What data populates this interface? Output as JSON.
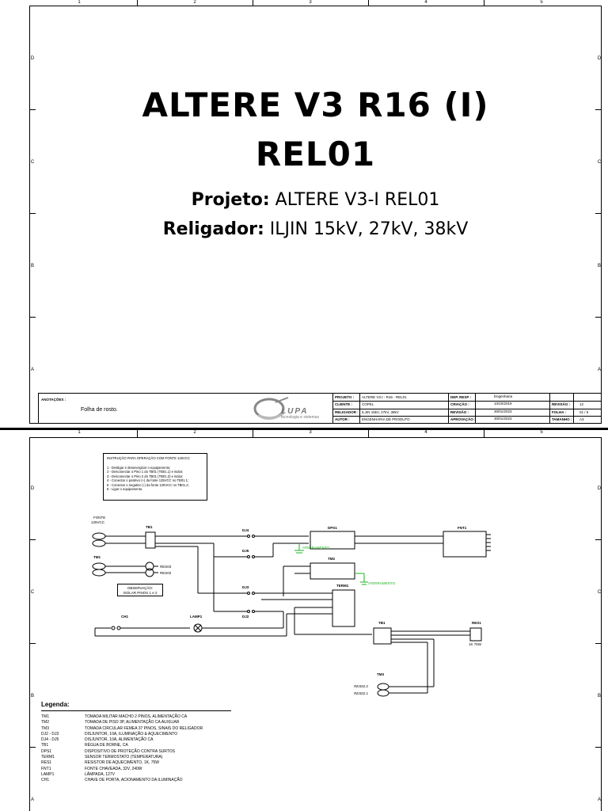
{
  "cover": {
    "title_line1": "ALTERE V3 R16 (I)",
    "title_line2": "REL01",
    "projeto_label": "Projeto:",
    "projeto_value": "ALTERE V3-I REL01",
    "religador_label": "Religador:",
    "religador_value": "ILJIN 15kV, 27kV, 38kV"
  },
  "grid": {
    "columns": [
      "1",
      "2",
      "3",
      "4",
      "5"
    ],
    "rows": [
      "D",
      "C",
      "B",
      "A"
    ]
  },
  "title_block": {
    "anotacoes_label": "ANOTAÇÕES :",
    "anotacoes_value": "Folha de rosto.",
    "logo_text": "LUPA",
    "logo_subtitle": "tecnologia e sistemas",
    "projeto_label": "PROJETO :",
    "projeto_value": "ALTERE V3-I - R16 - REL01",
    "cliente_label": "CLIENTE :",
    "cliente_value": "COPEL",
    "religador_label": "RELIGADOR :",
    "religador_value": "ILJIN 15kV, 27kV, 38kV",
    "autor_label": "AUTOR :",
    "autor_value": "ENGENHARIA DE PRODUTO",
    "dep_label": "DEP. RESP :",
    "dep_value": "Engenharia",
    "criacao_label": "CRIAÇÃO :",
    "criacao_value": "10/10/2019",
    "revisao_label": "REVISÃO :",
    "revisao_value": "30/01/2023",
    "aprovacao_label": "APROVAÇÃO :",
    "aprovacao_value": "30/01/2023",
    "revnum_label": "REVISÃO :",
    "revnum_value": "12",
    "folha_label": "FOLHA :",
    "folha_value": "01 / 5",
    "tamanho_label": "TAMANHO :",
    "tamanho_value": "A3"
  },
  "schematic": {
    "instructions_title": "INSTRUÇÃO PARA OPERAÇÃO COM FONTE 125VCC",
    "instructions": [
      "1 - Desligar e desenergizar o equipamento;",
      "2 - Desconectar o Pino 1 do TB01 (TB01.1) e isolar;",
      "3 - Desconectar o Pino 2 do TB01 (TB01.2) e isolar;",
      "4 - Conectar o positivo (+) da fonte 125VCC no TB01.1;",
      "5 - Conectar o negativo (-) da fonte 125VCC no TB01.2;",
      "6 - Ligar o equipamento."
    ],
    "fonte_label_1": "FONTE",
    "fonte_label_2": "125VCC",
    "observacao_1": "OBSERVAÇÃO:",
    "observacao_2": "ISOLAR PINOS 1 e 2",
    "tb1": "TB1",
    "tm1": "TM1",
    "tm2": "TM2",
    "tm3": "TM3",
    "dj4": "DJ4",
    "dj5": "DJ5",
    "dj3": "DJ3",
    "dj2": "DJ2",
    "dps1": "DPS1",
    "fnt1": "FNT1",
    "term1": "TERM1",
    "res1": "RES1",
    "res1_value": "1K 75W",
    "ch1": "CH1",
    "lamp1": "LAMP1",
    "aterramento": "ATERRAMENTO",
    "res2_2": "RES02.2",
    "res2_1": "RES02.1",
    "res3": "RES03",
    "res2": "RES02"
  },
  "legend": {
    "title": "Legenda:",
    "items": [
      {
        "code": "TM1",
        "desc": "TOMADA MILITAR MACHO 2 PINOS, ALIMENTAÇÃO CA"
      },
      {
        "code": "TM2",
        "desc": "TOMADA DE PISO 3P, ALIMENTAÇÃO CA AUXILIAR"
      },
      {
        "code": "TM3",
        "desc": "TOMADA CIRCULAR FEMEA 37 PINOS, SINAIS DO RELIGADOR"
      },
      {
        "code": "DJ2 - DJ3",
        "desc": "DISJUNTOR, 10A, ILUMINAÇÃO & AQUECIMENTO"
      },
      {
        "code": "DJ4 - DJ5",
        "desc": "DISJUNTOR, 10A, ALIMENTAÇÃO CA"
      },
      {
        "code": "TB1",
        "desc": "RÉGUA DE BORNE, CA"
      },
      {
        "code": "DPS1",
        "desc": "DISPOSITIVO DE PROTEÇÃO CONTRA SURTOS"
      },
      {
        "code": "TERM1",
        "desc": "SENSOR TERMOSTATO (TEMPERATURA)"
      },
      {
        "code": "RES1",
        "desc": "RESISTOR DE AQUECIMENTO, 1K, 75W"
      },
      {
        "code": "FNT1",
        "desc": "FONTE CHAVEADA, 32V, 240W"
      },
      {
        "code": "LAMP1",
        "desc": "LÂMPADA, 127V"
      },
      {
        "code": "CH1",
        "desc": "CHAVE DE PORTA, ACIONAMENTO DA ILUMINAÇÃO"
      }
    ]
  }
}
